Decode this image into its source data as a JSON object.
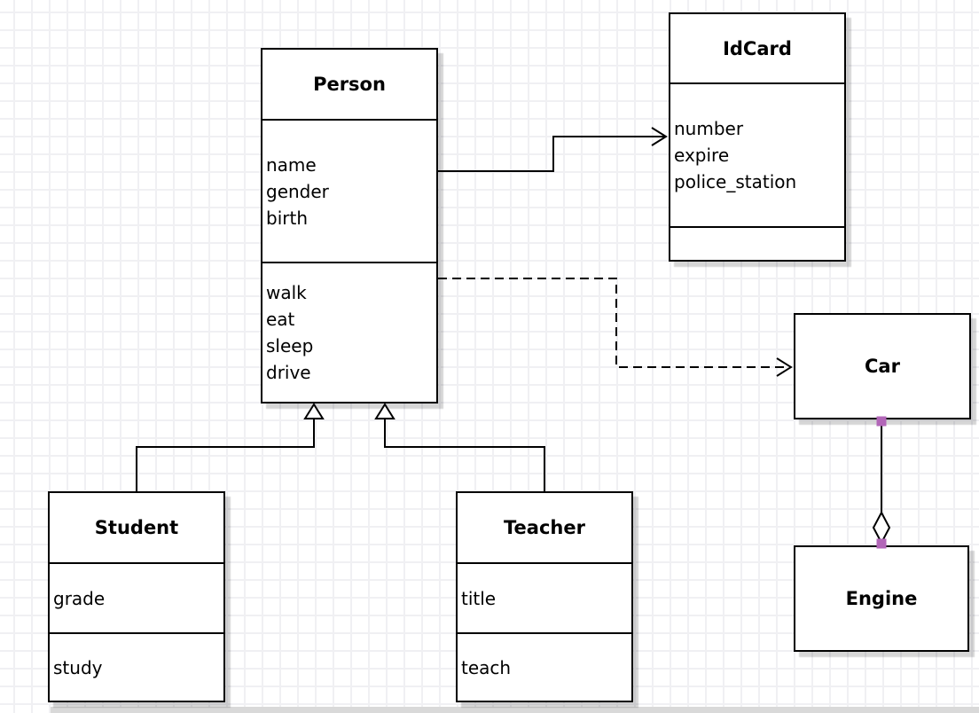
{
  "diagram_type": "UML class diagram",
  "classes": {
    "person": {
      "title": "Person",
      "attributes": "name\ngender\nbirth",
      "methods": "walk\neat\nsleep\ndrive"
    },
    "idcard": {
      "title": "IdCard",
      "attributes": "number\nexpire\npolice_station",
      "methods": ""
    },
    "car": {
      "title": "Car"
    },
    "engine": {
      "title": "Engine"
    },
    "student": {
      "title": "Student",
      "attributes": "grade",
      "methods": "study"
    },
    "teacher": {
      "title": "Teacher",
      "attributes": "title",
      "methods": "teach"
    }
  },
  "relationships": [
    {
      "type": "association",
      "from": "Person",
      "to": "IdCard",
      "line": "solid",
      "arrow": "open"
    },
    {
      "type": "dependency",
      "from": "Person",
      "to": "Car",
      "line": "dashed",
      "arrow": "open"
    },
    {
      "type": "generalization",
      "from": "Student",
      "to": "Person",
      "line": "solid",
      "arrow": "hollow-triangle"
    },
    {
      "type": "generalization",
      "from": "Teacher",
      "to": "Person",
      "line": "solid",
      "arrow": "hollow-triangle"
    },
    {
      "type": "aggregation",
      "from": "Car",
      "to": "Engine",
      "line": "solid",
      "arrow": "hollow-diamond"
    }
  ],
  "colors": {
    "line": "#000000",
    "box_fill": "#ffffff",
    "endpoint_handle": "#b266b8",
    "grid_line": "#f0f0f3",
    "shadow": "#d9d9d9"
  }
}
